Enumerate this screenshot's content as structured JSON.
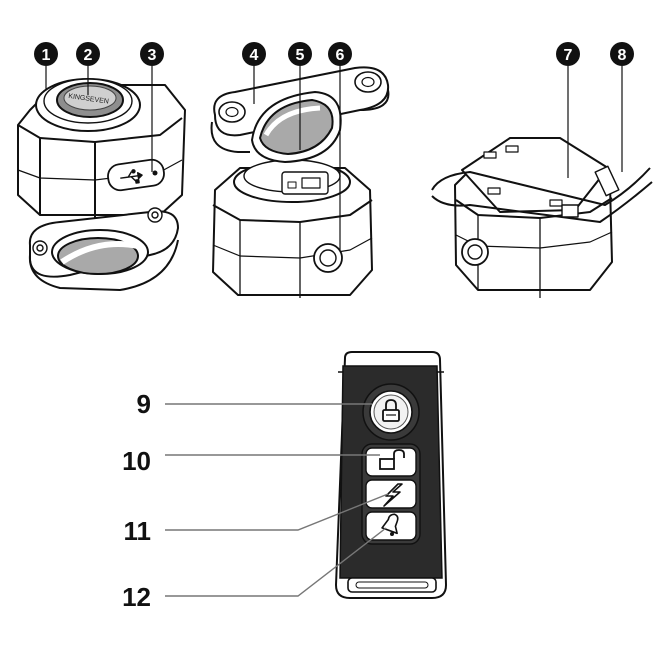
{
  "badges": [
    {
      "id": "1",
      "label": "1"
    },
    {
      "id": "2",
      "label": "2"
    },
    {
      "id": "3",
      "label": "3"
    },
    {
      "id": "4",
      "label": "4"
    },
    {
      "id": "5",
      "label": "5"
    },
    {
      "id": "6",
      "label": "6"
    },
    {
      "id": "7",
      "label": "7"
    },
    {
      "id": "8",
      "label": "8"
    }
  ],
  "brand": "KINGSEVEN",
  "remote_labels": [
    "9",
    "10",
    "11",
    "12"
  ],
  "icons": {
    "lock": "lock-icon",
    "unlock": "unlock-icon",
    "lightning": "lightning-icon",
    "bell": "bell-icon",
    "usb": "usb-icon"
  },
  "colors": {
    "ink": "#111111",
    "rubber": "#a9a9a9",
    "remote_body": "#2b2b2b"
  }
}
